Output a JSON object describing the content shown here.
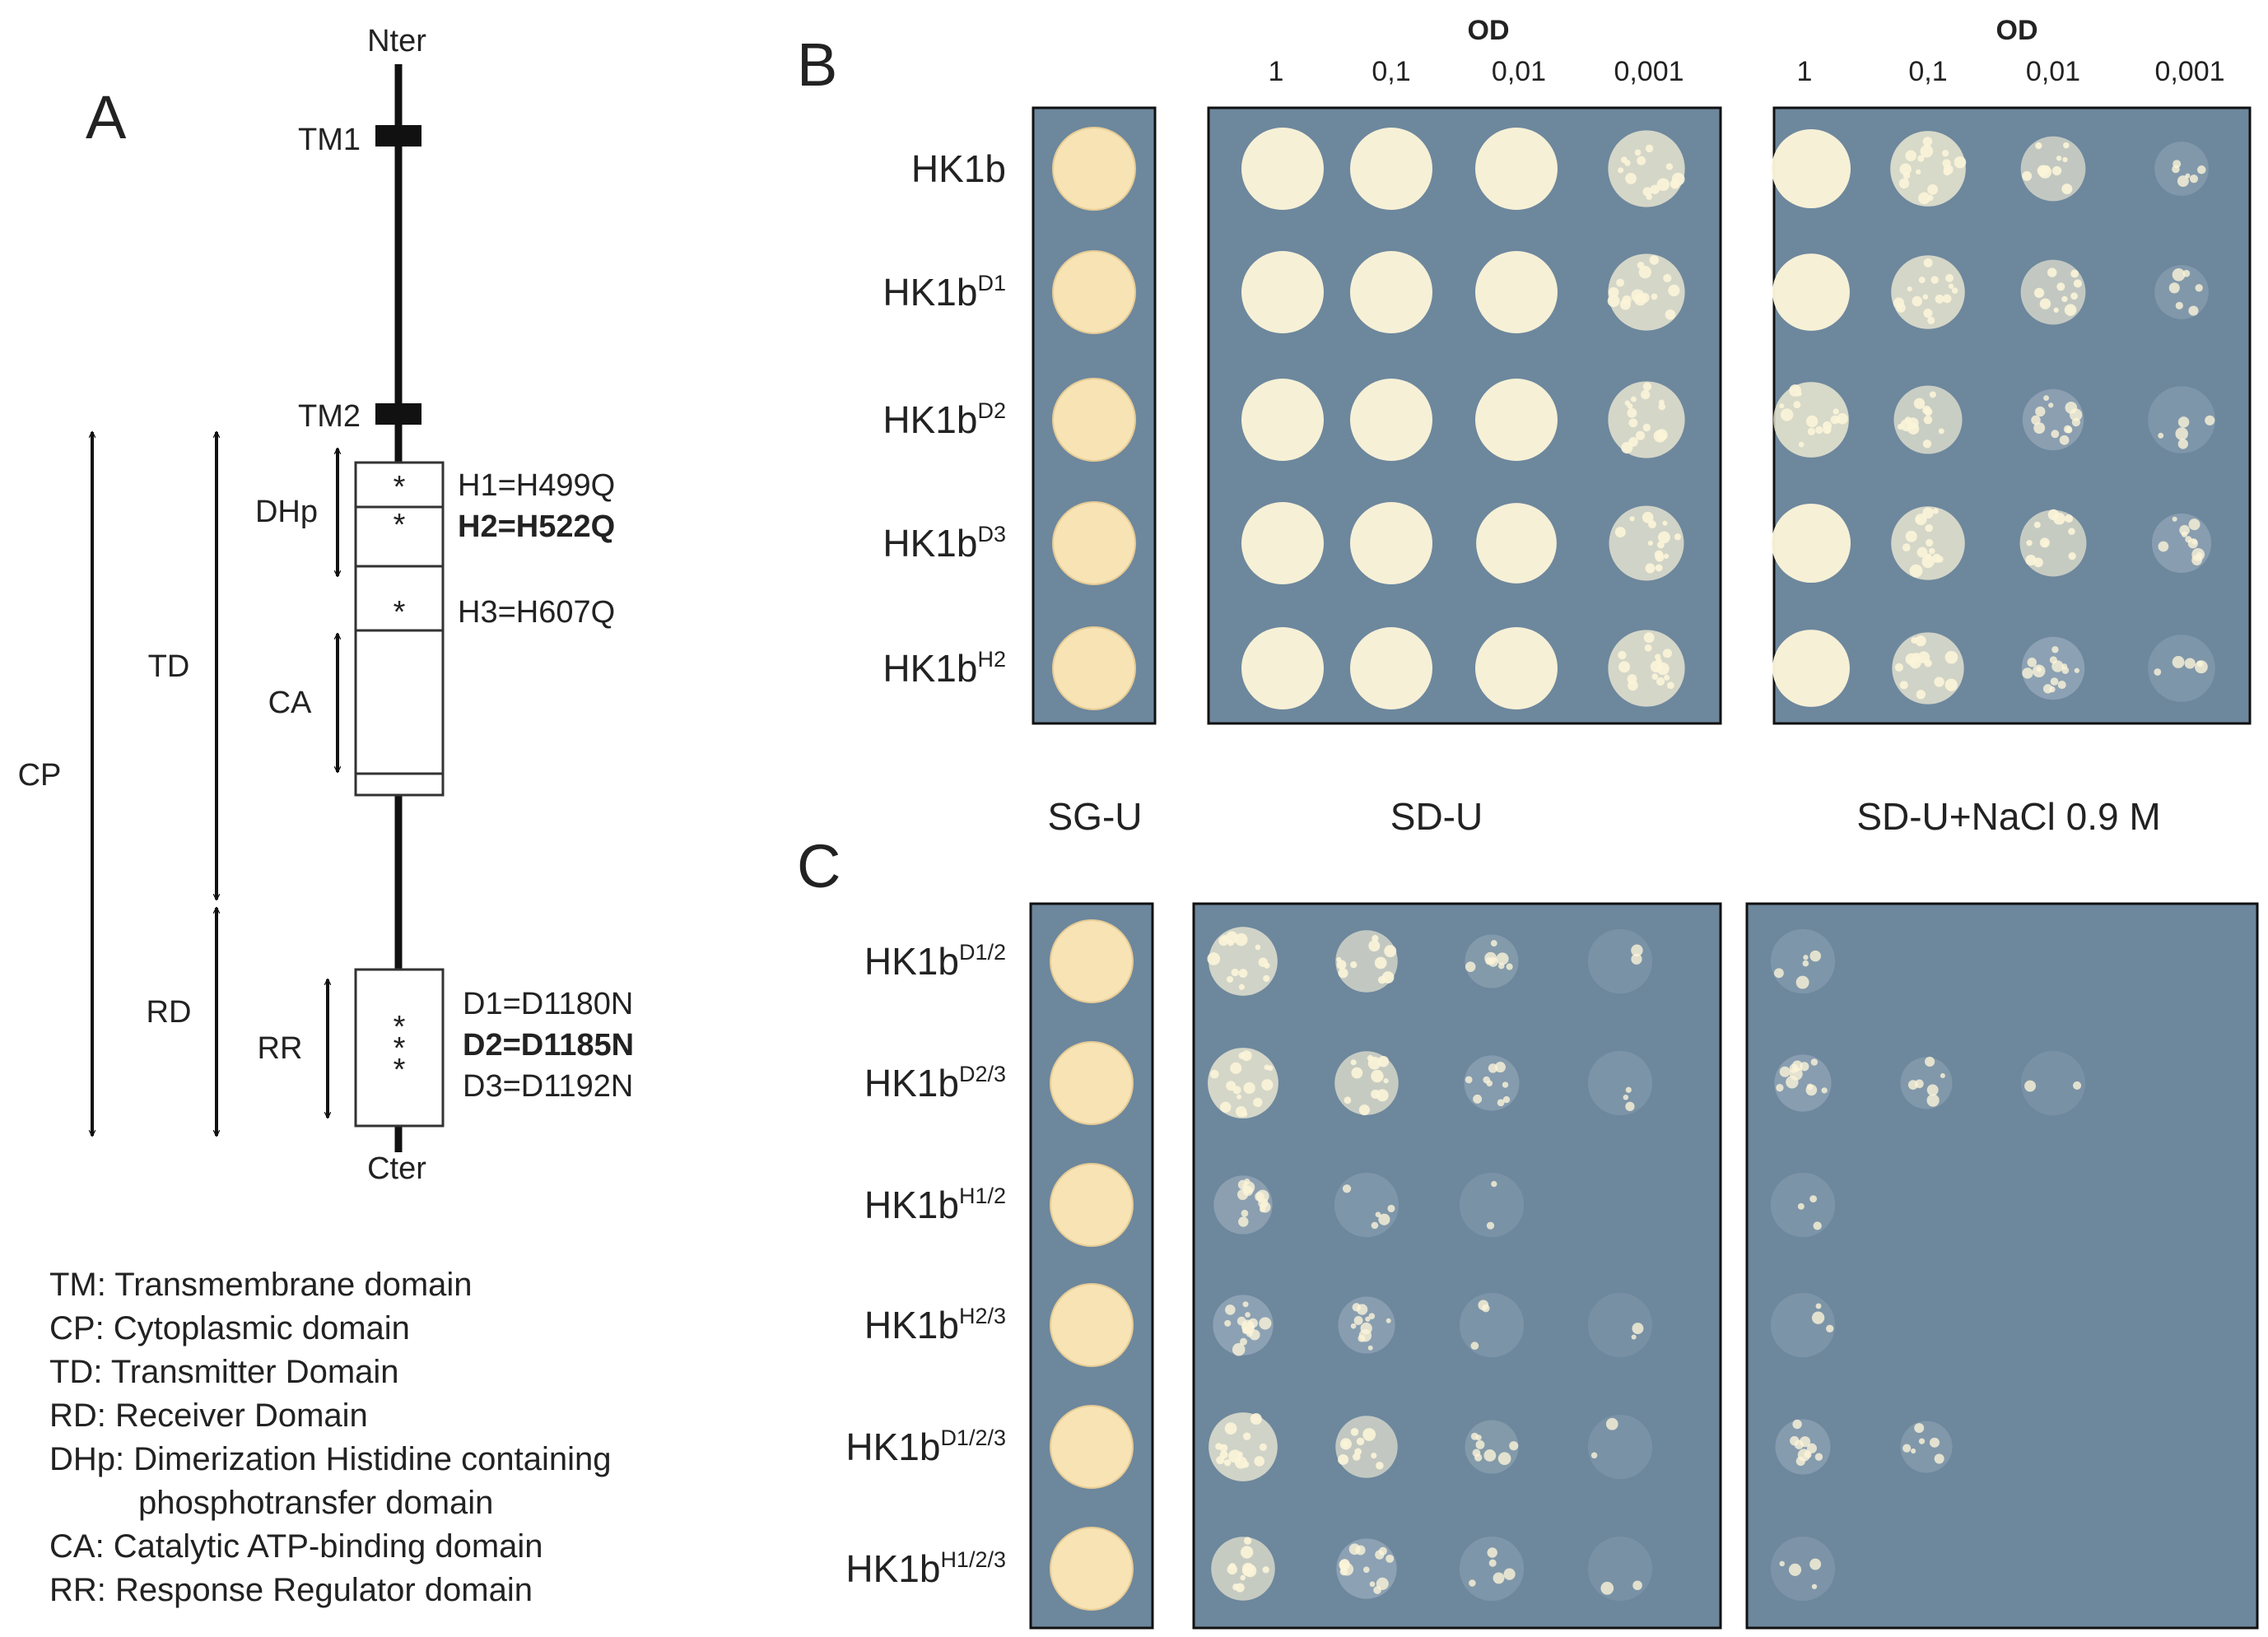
{
  "panel_letters": {
    "a": "A",
    "b": "B",
    "c": "C"
  },
  "domain_diagram": {
    "n_terminus": "Nter",
    "c_terminus": "Cter",
    "transmembrane_labels": [
      "TM1",
      "TM2"
    ],
    "region_labels": {
      "cp": "CP",
      "td": "TD",
      "rd": "RD",
      "dhp": "DHp",
      "ca": "CA",
      "rr": "RR"
    },
    "site_marker": "*",
    "histidine_mutations": [
      {
        "text": "H1=H499Q",
        "bold": false
      },
      {
        "text": "H2=H522Q",
        "bold": true
      },
      {
        "text": "H3=H607Q",
        "bold": false
      }
    ],
    "aspartate_mutations": [
      {
        "text": "D1=D1180N",
        "bold": false
      },
      {
        "text": "D2=D1185N",
        "bold": true
      },
      {
        "text": "D3=D1192N",
        "bold": false
      }
    ]
  },
  "legend": [
    "TM: Transmembrane domain",
    "CP: Cytoplasmic domain",
    "TD: Transmitter Domain",
    "RD: Receiver Domain",
    "DHp: Dimerization Histidine containing",
    "phosphotransfer domain",
    "CA: Catalytic ATP-binding domain",
    "RR: Response Regulator domain"
  ],
  "od_header": {
    "label": "OD",
    "dilutions": [
      "1",
      "0,1",
      "0,01",
      "0,001"
    ]
  },
  "media": {
    "sg_u": "SG-U",
    "sd_u": "SD-U",
    "sd_u_nacl": "SD-U+NaCl 0.9 M"
  },
  "panel_b_strains": [
    {
      "base": "HK1b",
      "sup": "",
      "sd_u_growth": [
        1.0,
        1.0,
        0.9,
        0.75
      ],
      "nacl_growth": [
        0.9,
        0.8,
        0.5,
        0.2
      ]
    },
    {
      "base": "HK1b",
      "sup": "D1",
      "sd_u_growth": [
        1.0,
        1.0,
        0.9,
        0.75
      ],
      "nacl_growth": [
        0.85,
        0.75,
        0.5,
        0.2
      ]
    },
    {
      "base": "HK1b",
      "sup": "D2",
      "sd_u_growth": [
        1.0,
        1.0,
        0.9,
        0.75
      ],
      "nacl_growth": [
        0.8,
        0.6,
        0.4,
        0.15
      ]
    },
    {
      "base": "HK1b",
      "sup": "D3",
      "sd_u_growth": [
        1.0,
        1.0,
        0.85,
        0.7
      ],
      "nacl_growth": [
        0.9,
        0.75,
        0.55,
        0.35
      ]
    },
    {
      "base": "HK1b",
      "sup": "H2",
      "sd_u_growth": [
        1.0,
        1.0,
        0.9,
        0.75
      ],
      "nacl_growth": [
        0.85,
        0.7,
        0.45,
        0.15
      ]
    }
  ],
  "panel_c_strains": [
    {
      "base": "HK1b",
      "sup": "D1/2",
      "sd_u_growth": [
        0.7,
        0.5,
        0.25,
        0.05
      ],
      "nacl_growth": [
        0.15,
        0.0,
        0.0,
        0.0
      ]
    },
    {
      "base": "HK1b",
      "sup": "D2/3",
      "sd_u_growth": [
        0.75,
        0.55,
        0.3,
        0.1
      ],
      "nacl_growth": [
        0.35,
        0.2,
        0.03,
        0.0
      ]
    },
    {
      "base": "HK1b",
      "sup": "H1/2",
      "sd_u_growth": [
        0.4,
        0.15,
        0.05,
        0.0
      ],
      "nacl_growth": [
        0.1,
        0.0,
        0.0,
        0.0
      ]
    },
    {
      "base": "HK1b",
      "sup": "H2/3",
      "sd_u_growth": [
        0.45,
        0.35,
        0.1,
        0.02
      ],
      "nacl_growth": [
        0.1,
        0.0,
        0.0,
        0.0
      ]
    },
    {
      "base": "HK1b",
      "sup": "D1/2/3",
      "sd_u_growth": [
        0.7,
        0.5,
        0.25,
        0.05
      ],
      "nacl_growth": [
        0.3,
        0.2,
        0.0,
        0.0
      ]
    },
    {
      "base": "HK1b",
      "sup": "H1/2/3",
      "sd_u_growth": [
        0.55,
        0.45,
        0.15,
        0.03
      ],
      "nacl_growth": [
        0.12,
        0.0,
        0.0,
        0.0
      ]
    }
  ],
  "colors": {
    "plate": "#6d879d",
    "plate_dark": "#5f7a90",
    "colony": "#fbf4d8",
    "sg_colony": "#f7e3b4",
    "line": "#111111"
  }
}
